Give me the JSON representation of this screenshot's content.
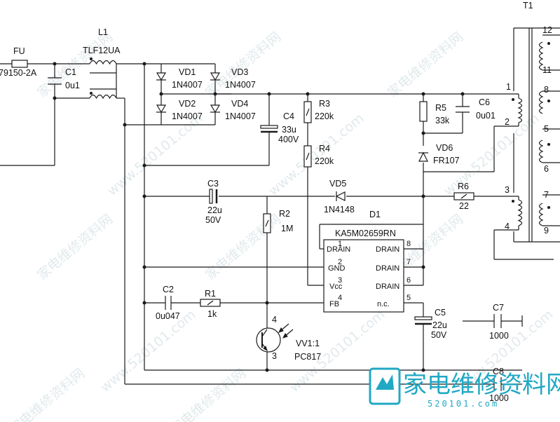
{
  "labels": {
    "fu": "FU",
    "fu_rating": "79150-2A",
    "l1": "L1",
    "l1_part": "TLF12UA",
    "c1": "C1",
    "c1_val": "0u1",
    "vd1": "VD1",
    "vd1_part": "1N4007",
    "vd2": "VD2",
    "vd2_part": "1N4007",
    "vd3": "VD3",
    "vd3_part": "1N4007",
    "vd4": "VD4",
    "vd4_part": "1N4007",
    "c4": "C4",
    "c4_val": "33u",
    "c4_volt": "400V",
    "r3": "R3",
    "r3_val": "220k",
    "r4": "R4",
    "r4_val": "220k",
    "r5": "R5",
    "r5_val": "33k",
    "c6": "C6",
    "c6_val": "0u01",
    "vd6": "VD6",
    "vd6_part": "FR107",
    "t1": "T1",
    "c3": "C3",
    "c3_val": "22u",
    "c3_volt": "50V",
    "vd5": "VD5",
    "vd5_part": "1N4148",
    "r6": "R6",
    "r6_val": "22",
    "r2": "R2",
    "r2_val": "1M",
    "d1": "D1",
    "ic_part": "KA5M02659RN",
    "c2": "C2",
    "c2_val": "0u047",
    "r1": "R1",
    "r1_val": "1k",
    "c5": "C5",
    "c5_val": "22u",
    "c5_volt": "50V",
    "c7": "C7",
    "c7_val": "1000",
    "c8": "C8",
    "c8_val": "1000",
    "vv1": "VV1:1",
    "vv1_part": "PC817"
  },
  "ic_pins": {
    "p1_num": "1",
    "p1": "DRAIN",
    "p2_num": "2",
    "p2": "GND",
    "p3_num": "3",
    "p3": "Vcc",
    "p4_num": "4",
    "p4": "FB",
    "p5_num": "5",
    "p5": "n.c.",
    "p6_num": "6",
    "p6": "DRAIN",
    "p7_num": "7",
    "p7": "DRAIN",
    "p8_num": "8",
    "p8": "DRAIN"
  },
  "transformer_pins": {
    "p1": "1",
    "p2": "2",
    "p3": "3",
    "p4": "4",
    "p5": "5",
    "p6": "6",
    "p7": "7",
    "p8": "8",
    "p9": "9",
    "p11": "11",
    "p12": "12"
  },
  "optocoupler_pins": {
    "p3": "3",
    "p4": "4"
  },
  "watermark": {
    "site_url": "www.520101.com",
    "site_name_cn": "家电维修资料网",
    "logo_cn": "家电维修资料网",
    "logo_sub": "520101.com"
  }
}
